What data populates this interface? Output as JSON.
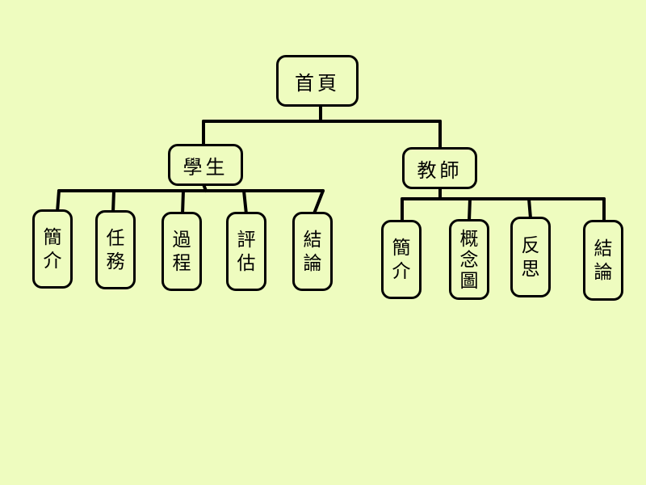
{
  "colors": {
    "background": "#eefcbf",
    "box_fill": "#eefcbf",
    "stroke": "#000000"
  },
  "root": {
    "label": "首頁"
  },
  "student": {
    "label": "學生",
    "children": [
      {
        "line1": "簡",
        "line2": "介",
        "line3": ""
      },
      {
        "line1": "任",
        "line2": "務",
        "line3": ""
      },
      {
        "line1": "過",
        "line2": "程",
        "line3": ""
      },
      {
        "line1": "評",
        "line2": "估",
        "line3": ""
      },
      {
        "line1": "結",
        "line2": "論",
        "line3": ""
      }
    ]
  },
  "teacher": {
    "label": "教師",
    "children": [
      {
        "line1": "簡",
        "line2": "介",
        "line3": ""
      },
      {
        "line1": "概",
        "line2": "念",
        "line3": "圖"
      },
      {
        "line1": "反",
        "line2": "思",
        "line3": ""
      },
      {
        "line1": "結",
        "line2": "論",
        "line3": ""
      }
    ]
  }
}
